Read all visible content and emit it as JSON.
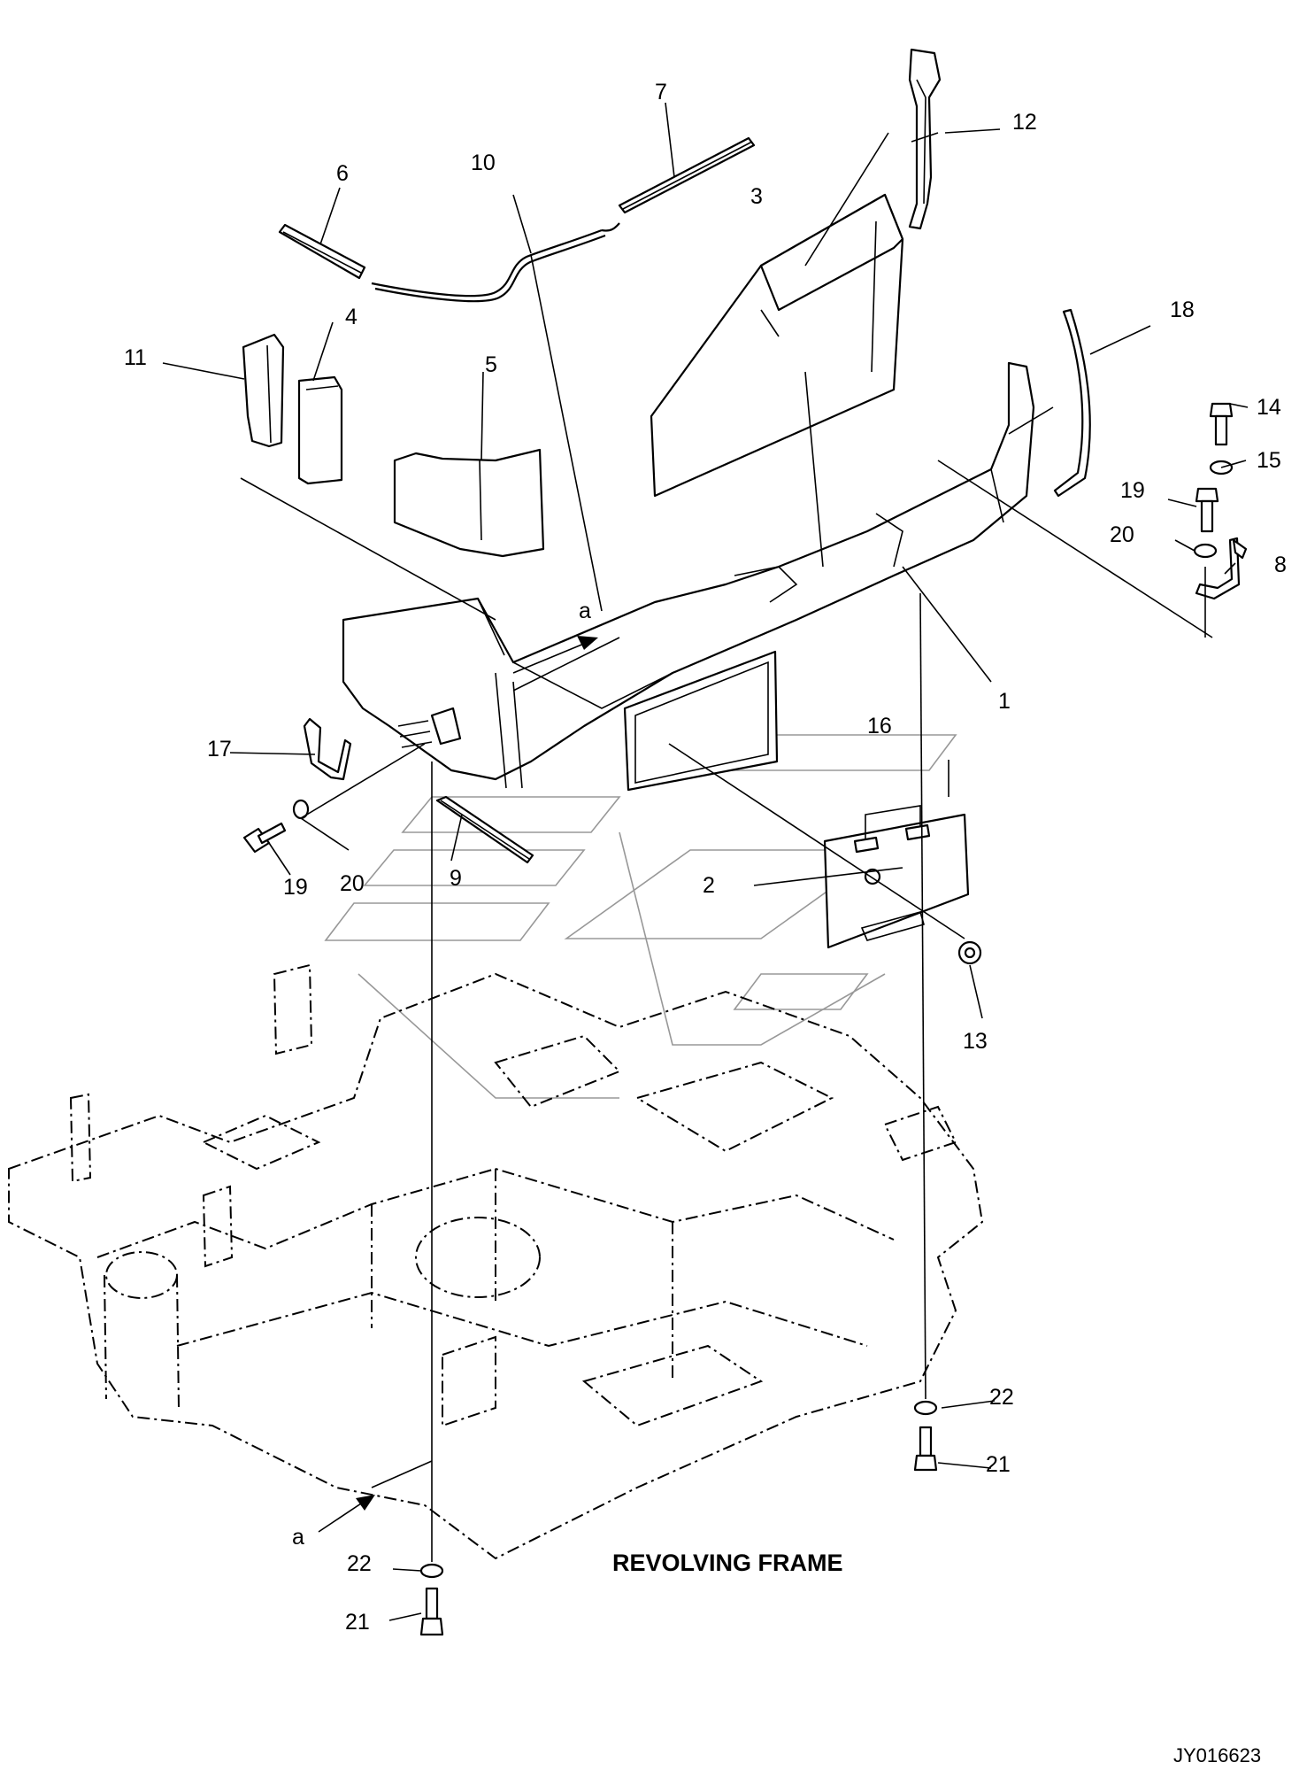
{
  "diagram": {
    "caption": "REVOLVING FRAME",
    "drawing_code": "JY016623",
    "reference_letter": "a",
    "callouts": {
      "c1": "1",
      "c2": "2",
      "c3": "3",
      "c4": "4",
      "c5": "5",
      "c6": "6",
      "c7": "7",
      "c8": "8",
      "c9": "9",
      "c10": "10",
      "c11": "11",
      "c12": "12",
      "c13": "13",
      "c14": "14",
      "c15": "15",
      "c16": "16",
      "c17": "17",
      "c18": "18",
      "c19": "19",
      "c20": "20",
      "c21": "21",
      "c22": "22"
    }
  }
}
